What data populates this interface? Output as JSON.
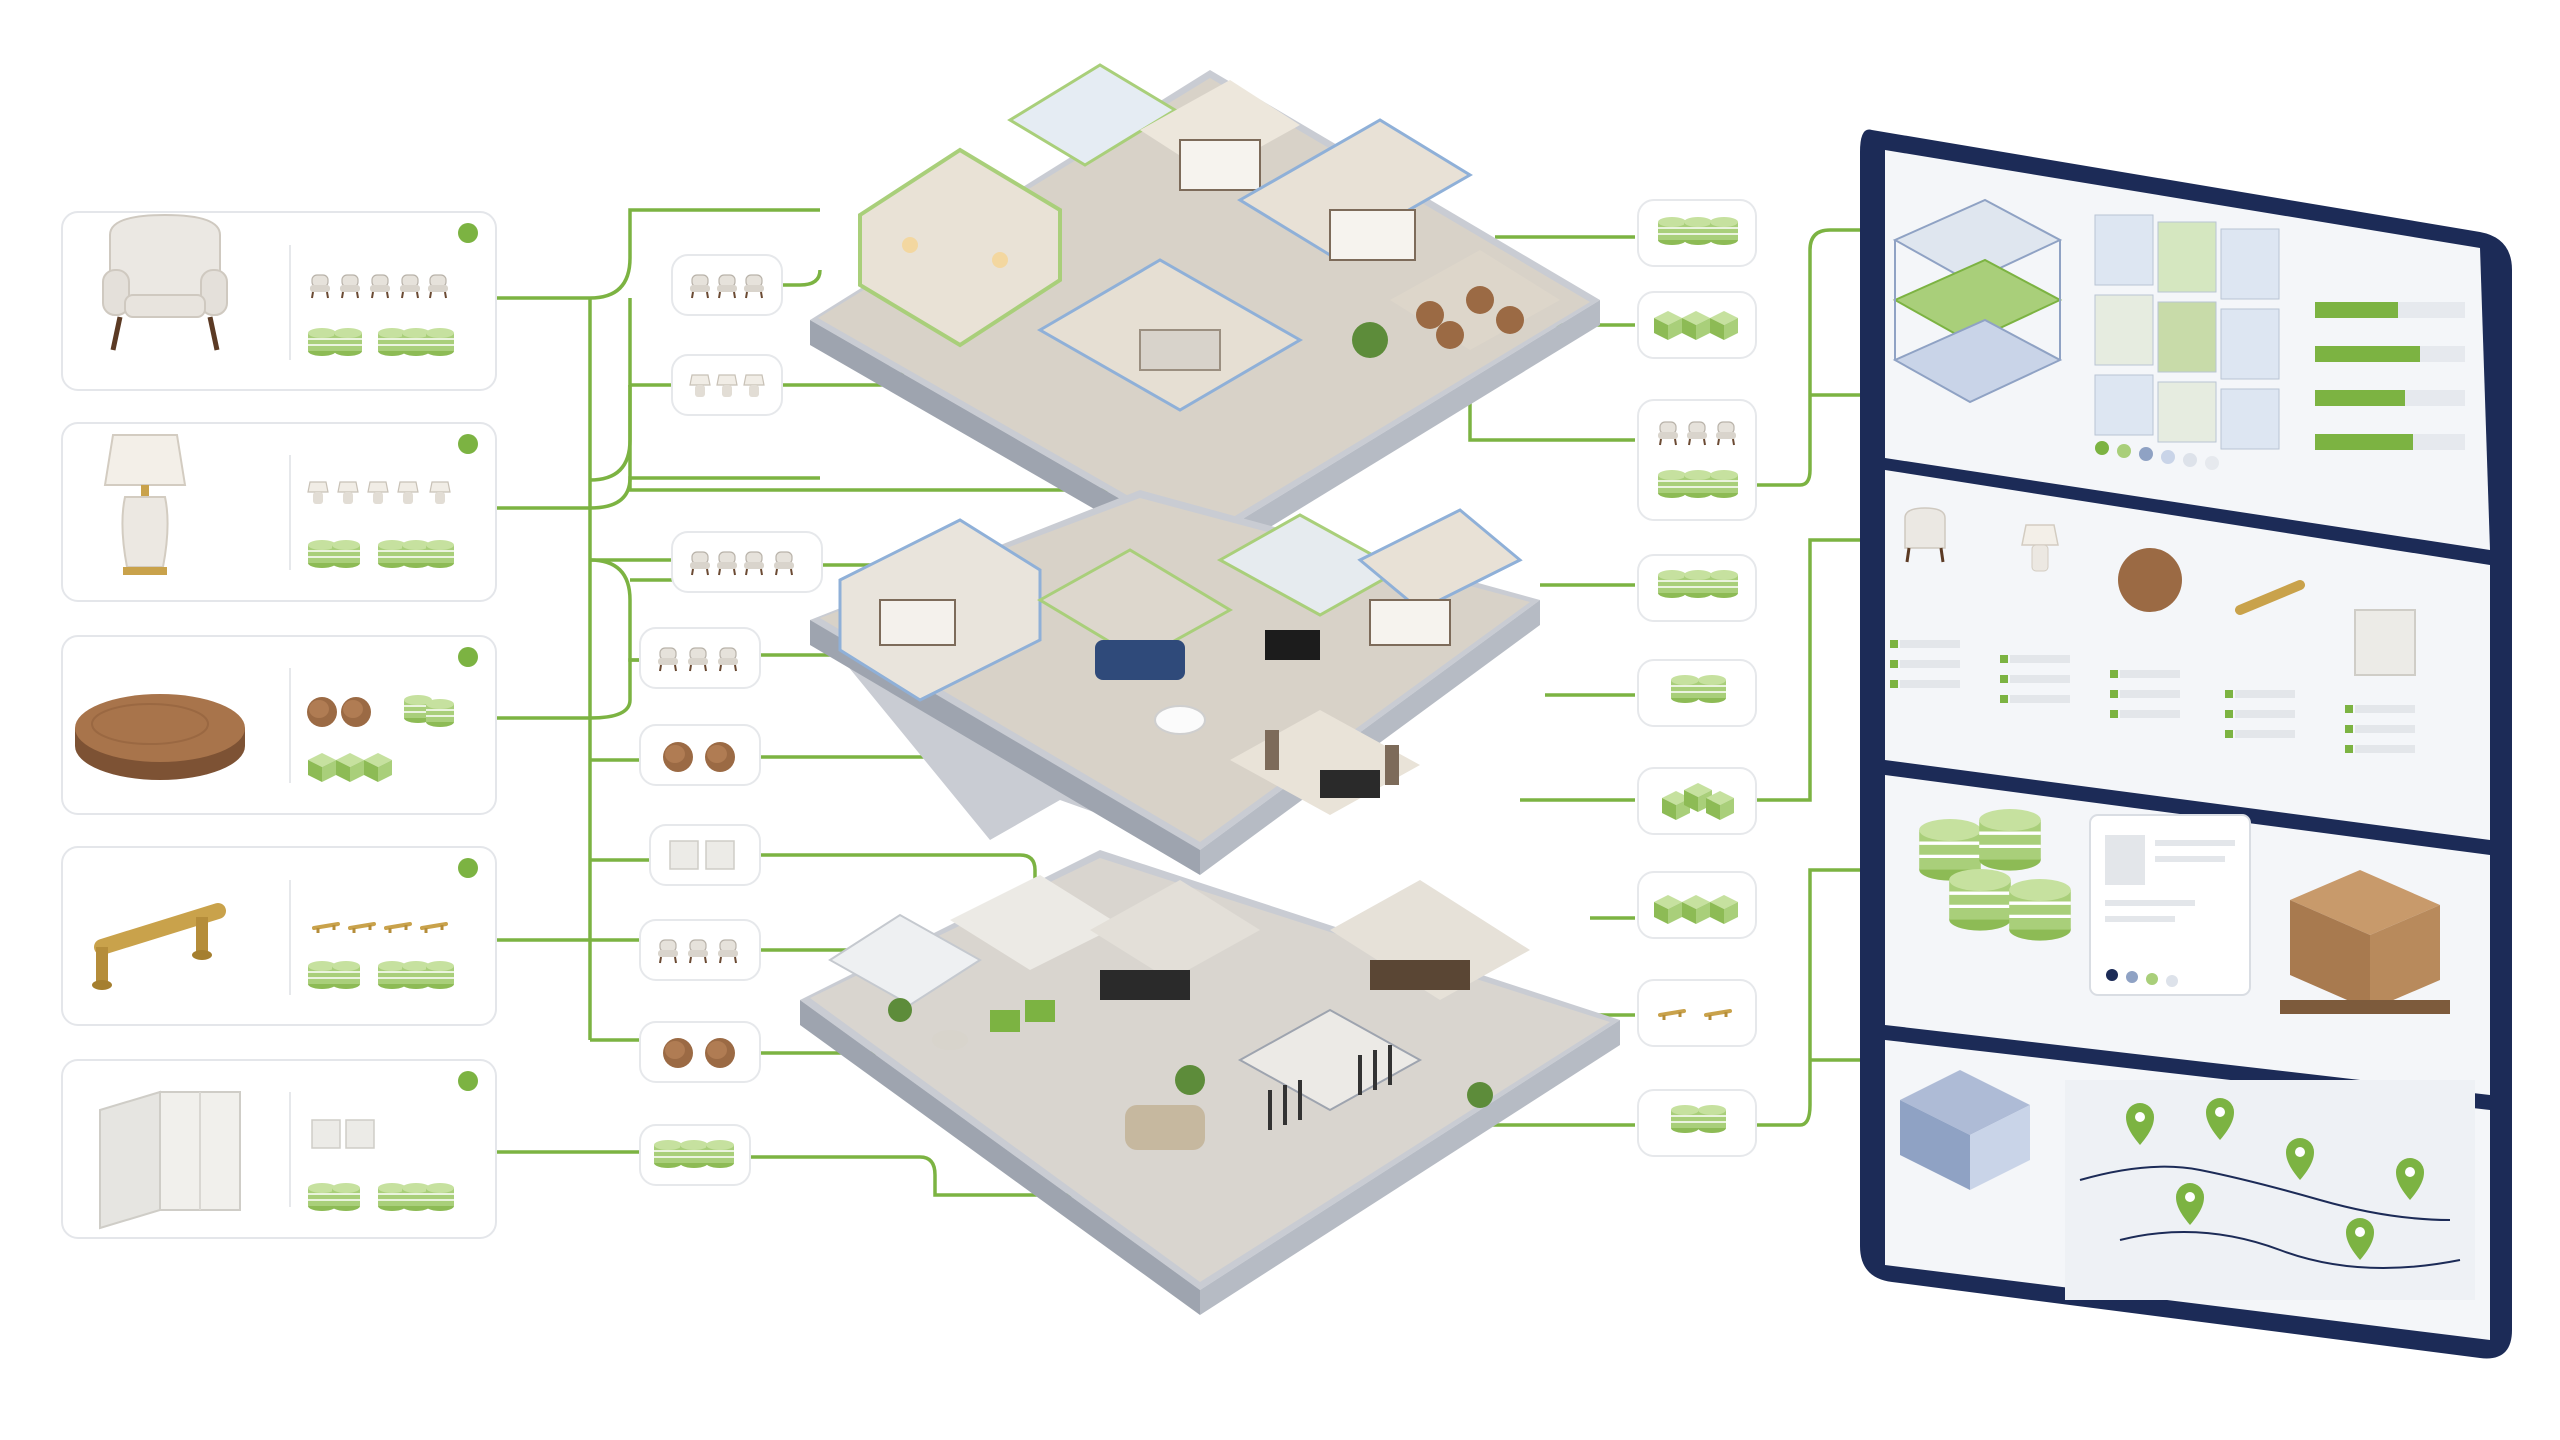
{
  "colors": {
    "accent_green": "#7cb342",
    "light_green": "#a9cf7a",
    "board_navy": "#1c2b57",
    "wood": "#9b6a44",
    "brass": "#c9a24b",
    "card_border": "#e4e6ea"
  },
  "diagram": {
    "catalog_items": [
      {
        "name": "armchair",
        "icon": "armchair-icon"
      },
      {
        "name": "table-lamp",
        "icon": "lamp-icon"
      },
      {
        "name": "wood-tabletop",
        "icon": "wood-disc-icon"
      },
      {
        "name": "brass-handle",
        "icon": "handle-icon"
      },
      {
        "name": "stone-panel",
        "icon": "tile-icon"
      }
    ],
    "building_floors": [
      "hotel-rooms-floor",
      "apartment-floor",
      "retail-floor"
    ],
    "dashboard_panels": [
      {
        "name": "floor-plan-panel",
        "progress": [
          0.55,
          0.7,
          0.6,
          0.65
        ]
      },
      {
        "name": "product-catalog-panel"
      },
      {
        "name": "inventory-panel"
      },
      {
        "name": "delivery-map-panel"
      }
    ]
  }
}
